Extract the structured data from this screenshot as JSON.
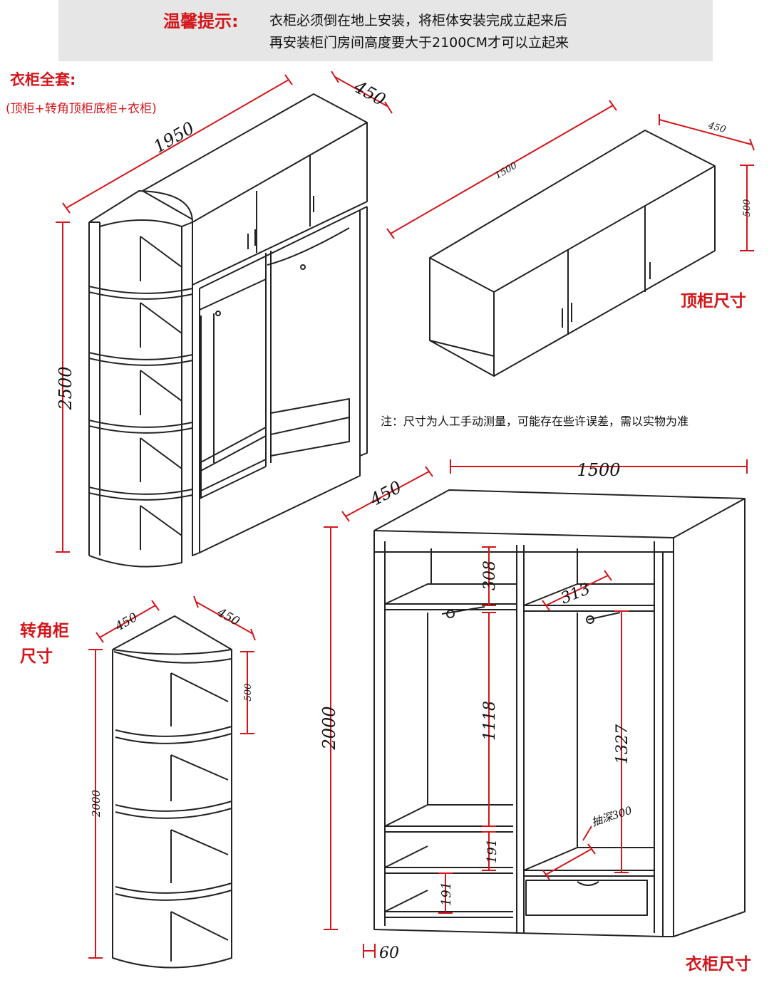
{
  "notice": {
    "title": "温馨提示:",
    "line1": "衣柜必须倒在地上安装，将柜体安装完成立起来后",
    "line2": "再安装柜门房间高度要大于2100CM才可以立起来"
  },
  "full_set": {
    "title": "衣柜全套:",
    "subtitle": "(顶柜+转角顶柜底柜+衣柜)",
    "dims": {
      "width": "1950",
      "depth": "450",
      "height": "2500"
    }
  },
  "top_cabinet": {
    "title": "顶柜尺寸",
    "dims": {
      "width": "1500",
      "depth": "450",
      "height": "500"
    }
  },
  "corner_cabinet": {
    "title_line1": "转角柜",
    "title_line2": "尺寸",
    "dims": {
      "depth_left": "450",
      "depth_right": "450",
      "top_section": "500",
      "height": "2000"
    }
  },
  "wardrobe": {
    "title": "衣柜尺寸",
    "dims": {
      "width": "1500",
      "depth": "450",
      "height": "2000",
      "top_shelf": "308",
      "inner_depth": "313",
      "left_hanging": "1118",
      "right_hanging": "1327",
      "drawer_depth": "抽深300",
      "shelf_a": "191",
      "shelf_b": "191",
      "base": "60"
    }
  },
  "note": "注：尺寸为人工手动测量，可能存在些许误差，需以实物为准",
  "colors": {
    "accent": "#d4161b",
    "line": "#222222",
    "banner": "#e6e6e6"
  }
}
